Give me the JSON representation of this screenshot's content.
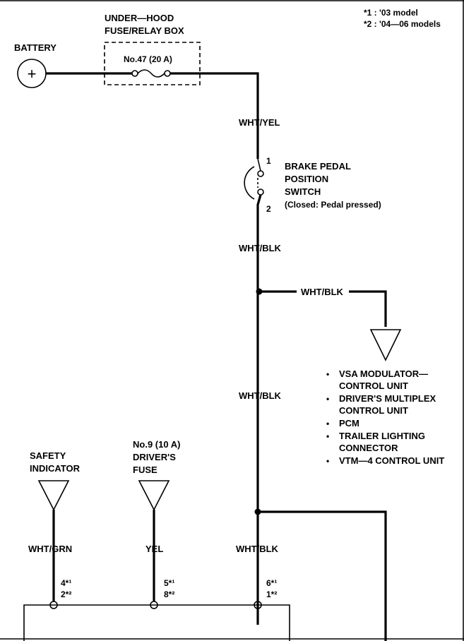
{
  "notes": {
    "n1": "*1 : '03 model",
    "n2": "*2 : '04—06 models"
  },
  "battery": {
    "label": "BATTERY",
    "symbol": "+"
  },
  "fusebox": {
    "title1": "UNDER—HOOD",
    "title2": "FUSE/RELAY BOX",
    "fuse": "No.47 (20 A)"
  },
  "wires": {
    "w1": "WHT/YEL",
    "w2": "WHT/BLK",
    "w3": "WHT/BLK",
    "w4": "WHT/BLK",
    "w5": "WHT/GRN",
    "w6": "YEL",
    "w7": "WHT/BLK"
  },
  "switch": {
    "pin1": "1",
    "pin2": "2",
    "l1": "BRAKE PEDAL",
    "l2": "POSITION",
    "l3": "SWITCH",
    "l4": "(Closed: Pedal pressed)"
  },
  "destinations": {
    "i1": "VSA MODULATOR—",
    "i1b": "CONTROL UNIT",
    "i2": "DRIVER'S MULTIPLEX",
    "i2b": "CONTROL UNIT",
    "i3": "PCM",
    "i4": "TRAILER LIGHTING",
    "i4b": "CONNECTOR",
    "i5": "VTM—4 CONTROL UNIT",
    "bullet": "•"
  },
  "safety": {
    "l1": "SAFETY",
    "l2": "INDICATOR"
  },
  "driverfuse": {
    "l1": "No.9 (10 A)",
    "l2": "DRIVER'S",
    "l3": "FUSE"
  },
  "pins": {
    "a1": "4*¹",
    "a2": "2*²",
    "b1": "5*¹",
    "b2": "8*²",
    "c1": "6*¹",
    "c2": "1*²"
  }
}
